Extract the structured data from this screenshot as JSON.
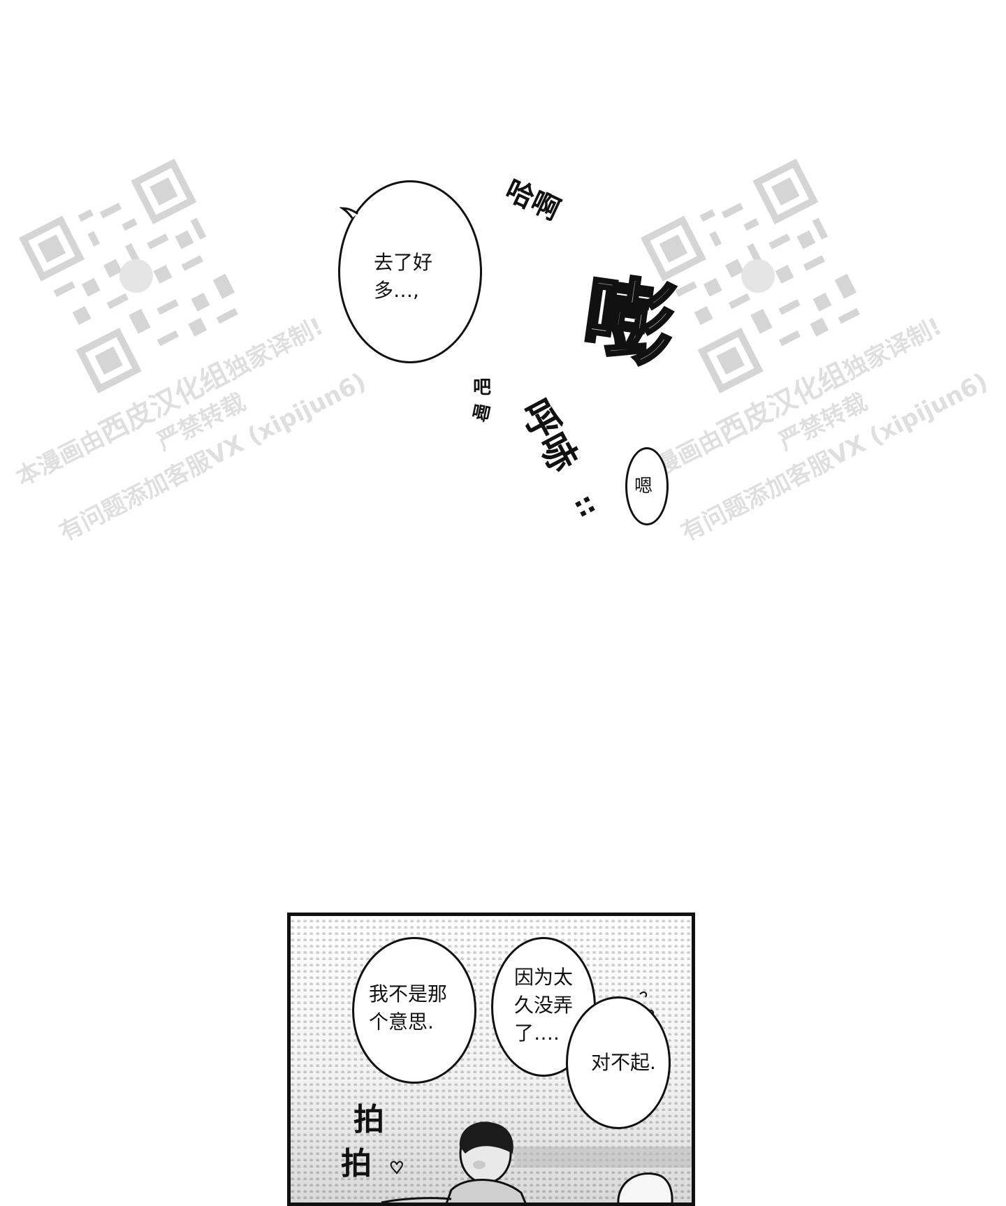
{
  "page": {
    "background": "#ffffff",
    "ink": "#111111"
  },
  "top_scene": {
    "bubble_main": {
      "lines": [
        "去了好",
        "多…,"
      ]
    },
    "bubble_small": {
      "text": "嗯"
    },
    "sfx": {
      "haha": "哈啊",
      "bang": "嘭",
      "baji": [
        "吧",
        "唧"
      ],
      "huchi": "呼哧",
      "dots": "::"
    }
  },
  "watermark": {
    "line1": "本漫画由",
    "brand": "西皮汉化组",
    "line1_suffix": "独家译制!",
    "line2": "严禁转载",
    "line3": "有问题添加客服VX (xipijun6)",
    "icon": "qr-code-icon"
  },
  "panel": {
    "bubbles": [
      {
        "lines": [
          "我不是那",
          "个意思."
        ]
      },
      {
        "lines": [
          "因为太",
          "久没弄",
          "了…."
        ]
      },
      {
        "lines": [
          "对不起."
        ]
      }
    ],
    "sfx": {
      "pat1": "拍",
      "pat2": "拍"
    }
  }
}
